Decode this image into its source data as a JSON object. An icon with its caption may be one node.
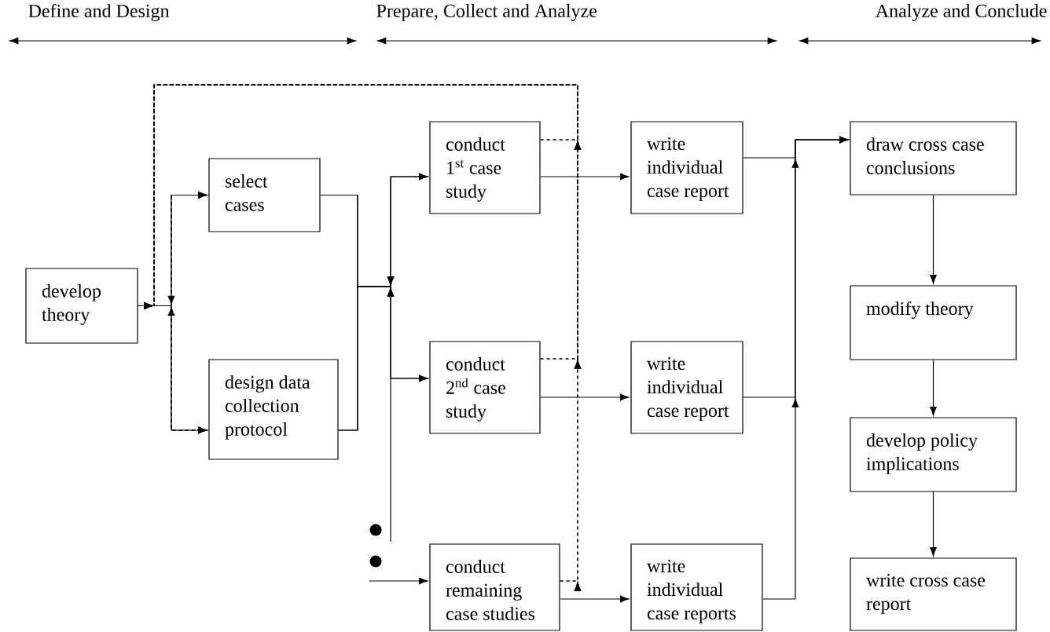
{
  "diagram": {
    "nodes": [
      {
        "text": [
          "develop theory"
        ]
      },
      {
        "text": [
          "select cases"
        ]
      },
      {
        "text": [
          "design data collection protocol"
        ]
      },
      {
        "text": [
          "conduct 1$^{st}$ case study"
        ]
      },
      {
        "text": [
          "conduct 2$^{nd}$ case study"
        ]
      },
      {
        "text": [
          "conduct remaining case studies"
        ]
      },
      {
        "text": [
          "write individual case report"
        ]
      },
      {
        "text": [
          "write individual case report"
        ]
      },
      {
        "text": [
          "write individual case reports"
        ]
      },
      {
        "text": [
          "draw cross case conclusions"
        ]
      },
      {
        "text": [
          "modify theory"
        ]
      },
      {
        "text": [
          "develop policy implications"
        ]
      },
      {
        "text": [
          "write cross case report"
        ]
      }
    ],
    "edges": [
      {
        "from": 0,
        "to": 1,
        "arrow": "to"
      },
      {
        "from": 0,
        "to": 2,
        "arrow": "to"
      },
      {
        "from": 1,
        "to": 3,
        "arrow": "to"
      },
      {
        "from": 1,
        "to": 4,
        "arrow": "to"
      },
      {
        "from": null,
        "to": 5,
        "arrow": "to"
      },
      {
        "from": 2,
        "to": 3,
        "arrow": "to"
      },
      {
        "from": 2,
        "to": 4,
        "arrow": "to"
      },
      {
        "from": 3,
        "to": 6,
        "arrow": "to"
      },
      {
        "from": 4,
        "to": 7,
        "arrow": "to"
      },
      {
        "from": 5,
        "to": 8,
        "arrow": "to"
      },
      {
        "from": 6,
        "to": 9,
        "arrow": "to"
      },
      {
        "from": 7,
        "to": 9,
        "arrow": "to"
      },
      {
        "from": 8,
        "to": 9,
        "arrow": "to"
      },
      {
        "from": 9,
        "to": 10,
        "arrow": "to"
      },
      {
        "from": 10,
        "to": 11,
        "arrow": "to"
      },
      {
        "from": 11,
        "to": 12,
        "arrow": "to"
      },
      {
        "from": 3,
        "to": 1,
        "arrow": "to",
        "style": "dashed"
      },
      {
        "from": 3,
        "to": 2,
        "arrow": "to",
        "style": "dashed"
      },
      {
        "from": 4,
        "to": 1,
        "arrow": "to",
        "style": "dashed"
      },
      {
        "from": 4,
        "to": 2,
        "arrow": "to",
        "style": "dashed"
      },
      {
        "from": 5,
        "to": 1,
        "arrow": "to",
        "style": "dashed"
      },
      {
        "from": 5,
        "to": 2,
        "arrow": "to",
        "style": "dashed"
      }
    ],
    "labels": [
      "Define and Design",
      "Prepare, Collect and Analyze",
      "Analyze and Conclude"
    ]
  }
}
